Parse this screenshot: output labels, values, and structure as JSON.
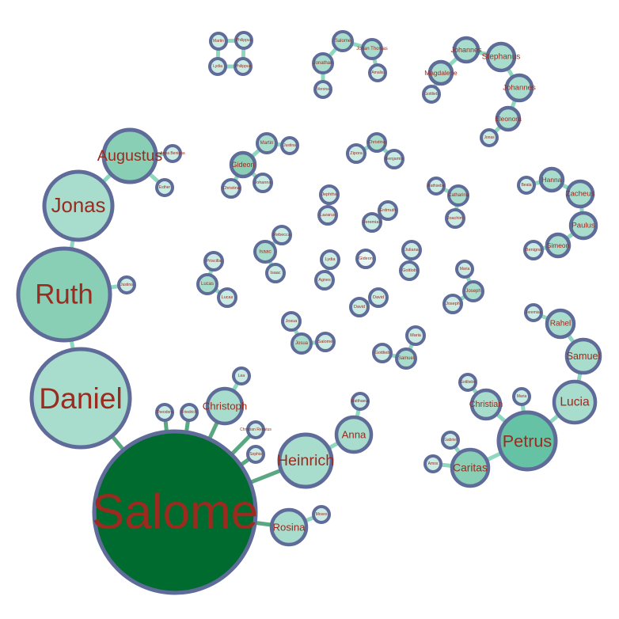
{
  "colors": {
    "edge": "#8ed8c0",
    "edge_hub": "#5aa882",
    "node_stroke": "#5f6b99",
    "label": "#9b2a1f"
  },
  "nodes": [
    {
      "id": "martin1",
      "label": "Martin",
      "fill": "#c9ebe3"
    },
    {
      "id": "philippus1",
      "label": "Philippus",
      "fill": "#c9ebe3"
    },
    {
      "id": "lydia1",
      "label": "Lydia",
      "fill": "#c9ebe3"
    },
    {
      "id": "philippus2",
      "label": "Philippus",
      "fill": "#c9ebe3"
    },
    {
      "id": "salome2",
      "label": "Salome",
      "fill": "#a8dccd"
    },
    {
      "id": "johanthomas",
      "label": "Johan Thomas",
      "fill": "#a8dccd"
    },
    {
      "id": "jonathan",
      "label": "Jonathan",
      "fill": "#a8dccd"
    },
    {
      "id": "amalia",
      "label": "Amalia",
      "fill": "#c9ebe3"
    },
    {
      "id": "verona",
      "label": "Verona",
      "fill": "#c9ebe3"
    },
    {
      "id": "johannes1",
      "label": "Johannes",
      "fill": "#a8dccd"
    },
    {
      "id": "stephanus",
      "label": "Stephanus",
      "fill": "#a8dccd"
    },
    {
      "id": "magdalene",
      "label": "Magdalene",
      "fill": "#a8dccd"
    },
    {
      "id": "johannes2",
      "label": "Johannes",
      "fill": "#a8dccd"
    },
    {
      "id": "gottlieb1",
      "label": "Gottlieb",
      "fill": "#c9ebe3"
    },
    {
      "id": "eleonora",
      "label": "Eleonora",
      "fill": "#a8dccd"
    },
    {
      "id": "jonas2",
      "label": "Jonas",
      "fill": "#c9ebe3"
    },
    {
      "id": "augustus",
      "label": "Augustus",
      "fill": "#88cfb6"
    },
    {
      "id": "annabenigna",
      "label": "Anna Benigna",
      "fill": "#c9ebe3"
    },
    {
      "id": "esther",
      "label": "Esther",
      "fill": "#c9ebe3"
    },
    {
      "id": "jonas",
      "label": "Jonas",
      "fill": "#a8dccd"
    },
    {
      "id": "ruth",
      "label": "Ruth",
      "fill": "#88cfb6"
    },
    {
      "id": "justina1",
      "label": "Justina",
      "fill": "#c9ebe3"
    },
    {
      "id": "daniel",
      "label": "Daniel",
      "fill": "#a8dccd"
    },
    {
      "id": "salome",
      "label": "Salome",
      "fill": "#006b2e"
    },
    {
      "id": "theodora",
      "label": "Theodora",
      "fill": "#c9ebe3"
    },
    {
      "id": "friedrich",
      "label": "Friedrich",
      "fill": "#c9ebe3"
    },
    {
      "id": "christoph",
      "label": "Christoph",
      "fill": "#a8dccd"
    },
    {
      "id": "lea",
      "label": "Lea",
      "fill": "#c9ebe3"
    },
    {
      "id": "christianrenatus",
      "label": "Christian Renatus",
      "fill": "#c9ebe3"
    },
    {
      "id": "sophia",
      "label": "Sophia",
      "fill": "#c9ebe3"
    },
    {
      "id": "heinrich",
      "label": "Heinrich",
      "fill": "#a8dccd"
    },
    {
      "id": "anna",
      "label": "Anna",
      "fill": "#a8dccd"
    },
    {
      "id": "matthaeus",
      "label": "Matthaeus",
      "fill": "#c9ebe3"
    },
    {
      "id": "rosina",
      "label": "Rosina",
      "fill": "#a8dccd"
    },
    {
      "id": "moses",
      "label": "Moses",
      "fill": "#c9ebe3"
    },
    {
      "id": "martin2",
      "label": "Martin",
      "fill": "#a8dccd"
    },
    {
      "id": "justina2",
      "label": "Justina",
      "fill": "#c9ebe3"
    },
    {
      "id": "gideon1",
      "label": "Gideon",
      "fill": "#88cfb6"
    },
    {
      "id": "christina1",
      "label": "Christina",
      "fill": "#c9ebe3"
    },
    {
      "id": "johanna",
      "label": "Johanna",
      "fill": "#c9ebe3"
    },
    {
      "id": "zipora",
      "label": "Zipora",
      "fill": "#c9ebe3"
    },
    {
      "id": "christina2",
      "label": "Christina",
      "fill": "#a8dccd"
    },
    {
      "id": "benjamin",
      "label": "Benjamin",
      "fill": "#c9ebe3"
    },
    {
      "id": "jephtha",
      "label": "Jephtha",
      "fill": "#c9ebe3"
    },
    {
      "id": "lazarus",
      "label": "Lazarus",
      "fill": "#c9ebe3"
    },
    {
      "id": "erdmuth",
      "label": "Erdmuth",
      "fill": "#c9ebe3"
    },
    {
      "id": "jeremias1",
      "label": "Jeremias",
      "fill": "#c9ebe3"
    },
    {
      "id": "bathseba",
      "label": "Bathseba",
      "fill": "#c9ebe3"
    },
    {
      "id": "catharina",
      "label": "Catharina",
      "fill": "#a8dccd"
    },
    {
      "id": "joachim",
      "label": "Joachim",
      "fill": "#c9ebe3"
    },
    {
      "id": "beata",
      "label": "Beata",
      "fill": "#c9ebe3"
    },
    {
      "id": "hanna",
      "label": "Hanna",
      "fill": "#a8dccd"
    },
    {
      "id": "zacheus",
      "label": "Zacheus",
      "fill": "#a8dccd"
    },
    {
      "id": "paulus",
      "label": "Paulus",
      "fill": "#a8dccd"
    },
    {
      "id": "simeon",
      "label": "Simeon",
      "fill": "#a8dccd"
    },
    {
      "id": "benigna",
      "label": "Benigna",
      "fill": "#c9ebe3"
    },
    {
      "id": "rebecca",
      "label": "Rebecca",
      "fill": "#c9ebe3"
    },
    {
      "id": "isaac1",
      "label": "Isaac",
      "fill": "#a8dccd"
    },
    {
      "id": "isaac2",
      "label": "Isaac",
      "fill": "#c9ebe3"
    },
    {
      "id": "priscilla",
      "label": "Priscilla",
      "fill": "#c9ebe3"
    },
    {
      "id": "lucas1",
      "label": "Lucas",
      "fill": "#a8dccd"
    },
    {
      "id": "lucas2",
      "label": "Lucas",
      "fill": "#c9ebe3"
    },
    {
      "id": "lydia2",
      "label": "Lydia",
      "fill": "#c9ebe3"
    },
    {
      "id": "agnes",
      "label": "Agnes",
      "fill": "#c9ebe3"
    },
    {
      "id": "gideon2",
      "label": "Gideon",
      "fill": "#eaf7f3"
    },
    {
      "id": "juliana",
      "label": "Juliana",
      "fill": "#c9ebe3"
    },
    {
      "id": "gottlob",
      "label": "Gottlob",
      "fill": "#c9ebe3"
    },
    {
      "id": "maria1",
      "label": "Maria",
      "fill": "#c9ebe3"
    },
    {
      "id": "joseph1",
      "label": "Joseph",
      "fill": "#a8dccd"
    },
    {
      "id": "joseph2",
      "label": "Joseph",
      "fill": "#c9ebe3"
    },
    {
      "id": "david1",
      "label": "David",
      "fill": "#c9ebe3"
    },
    {
      "id": "david2",
      "label": "David",
      "fill": "#c9ebe3"
    },
    {
      "id": "josua1",
      "label": "Josua",
      "fill": "#c9ebe3"
    },
    {
      "id": "josua2",
      "label": "Josua",
      "fill": "#a8dccd"
    },
    {
      "id": "salome3",
      "label": "Salome",
      "fill": "#c9ebe3"
    },
    {
      "id": "maria2",
      "label": "Maria",
      "fill": "#c9ebe3"
    },
    {
      "id": "gottlieb2",
      "label": "Gottlieb",
      "fill": "#c9ebe3"
    },
    {
      "id": "samuel1",
      "label": "Samuel",
      "fill": "#a8dccd"
    },
    {
      "id": "jeremias2",
      "label": "Jeremias",
      "fill": "#c9ebe3"
    },
    {
      "id": "rahel",
      "label": "Rahel",
      "fill": "#a8dccd"
    },
    {
      "id": "samuel2",
      "label": "Samuel",
      "fill": "#a8dccd"
    },
    {
      "id": "lucia",
      "label": "Lucia",
      "fill": "#a8dccd"
    },
    {
      "id": "petrus",
      "label": "Petrus",
      "fill": "#66c2a5"
    },
    {
      "id": "maria3",
      "label": "Maria",
      "fill": "#c9ebe3"
    },
    {
      "id": "christian",
      "label": "Christian",
      "fill": "#a8dccd"
    },
    {
      "id": "gottliebe",
      "label": "Gottliebe",
      "fill": "#c9ebe3"
    },
    {
      "id": "caritas",
      "label": "Caritas",
      "fill": "#88cfb6"
    },
    {
      "id": "gabriel",
      "label": "Gabriel",
      "fill": "#c9ebe3"
    },
    {
      "id": "amos",
      "label": "Amos",
      "fill": "#c9ebe3"
    }
  ],
  "edges": [
    [
      "martin1",
      "philippus1"
    ],
    [
      "martin1",
      "lydia1"
    ],
    [
      "lydia1",
      "philippus2"
    ],
    [
      "philippus1",
      "philippus2"
    ],
    [
      "salome2",
      "jonathan"
    ],
    [
      "salome2",
      "johanthomas"
    ],
    [
      "johanthomas",
      "amalia"
    ],
    [
      "jonathan",
      "verona"
    ],
    [
      "johannes1",
      "stephanus"
    ],
    [
      "johannes1",
      "magdalene"
    ],
    [
      "magdalene",
      "gottlieb1"
    ],
    [
      "stephanus",
      "johannes2"
    ],
    [
      "johannes2",
      "eleonora"
    ],
    [
      "eleonora",
      "jonas2"
    ],
    [
      "augustus",
      "jonas"
    ],
    [
      "augustus",
      "annabenigna"
    ],
    [
      "augustus",
      "esther"
    ],
    [
      "jonas",
      "ruth"
    ],
    [
      "ruth",
      "justina1"
    ],
    [
      "ruth",
      "daniel"
    ],
    [
      "daniel",
      "salome"
    ],
    [
      "salome",
      "theodora"
    ],
    [
      "salome",
      "friedrich"
    ],
    [
      "salome",
      "christoph"
    ],
    [
      "christoph",
      "lea"
    ],
    [
      "salome",
      "christianrenatus"
    ],
    [
      "salome",
      "sophia"
    ],
    [
      "salome",
      "heinrich"
    ],
    [
      "heinrich",
      "anna"
    ],
    [
      "anna",
      "matthaeus"
    ],
    [
      "salome",
      "rosina"
    ],
    [
      "rosina",
      "moses"
    ],
    [
      "gideon1",
      "martin2"
    ],
    [
      "martin2",
      "justina2"
    ],
    [
      "gideon1",
      "christina1"
    ],
    [
      "gideon1",
      "johanna"
    ],
    [
      "zipora",
      "christina2"
    ],
    [
      "christina2",
      "benjamin"
    ],
    [
      "jephtha",
      "lazarus"
    ],
    [
      "erdmuth",
      "jeremias1"
    ],
    [
      "bathseba",
      "catharina"
    ],
    [
      "catharina",
      "joachim"
    ],
    [
      "beata",
      "hanna"
    ],
    [
      "hanna",
      "zacheus"
    ],
    [
      "zacheus",
      "paulus"
    ],
    [
      "paulus",
      "simeon"
    ],
    [
      "simeon",
      "benigna"
    ],
    [
      "rebecca",
      "isaac1"
    ],
    [
      "isaac1",
      "isaac2"
    ],
    [
      "priscilla",
      "lucas1"
    ],
    [
      "lucas1",
      "lucas2"
    ],
    [
      "lydia2",
      "agnes"
    ],
    [
      "juliana",
      "gottlob"
    ],
    [
      "maria1",
      "joseph1"
    ],
    [
      "joseph1",
      "joseph2"
    ],
    [
      "david1",
      "david2"
    ],
    [
      "josua1",
      "josua2"
    ],
    [
      "josua2",
      "salome3"
    ],
    [
      "maria2",
      "samuel1"
    ],
    [
      "gottlieb2",
      "samuel1"
    ],
    [
      "jeremias2",
      "rahel"
    ],
    [
      "rahel",
      "samuel2"
    ],
    [
      "samuel2",
      "lucia"
    ],
    [
      "lucia",
      "petrus"
    ],
    [
      "petrus",
      "maria3"
    ],
    [
      "petrus",
      "christian"
    ],
    [
      "christian",
      "gottliebe"
    ],
    [
      "petrus",
      "caritas"
    ],
    [
      "caritas",
      "gabriel"
    ],
    [
      "caritas",
      "amos"
    ]
  ]
}
